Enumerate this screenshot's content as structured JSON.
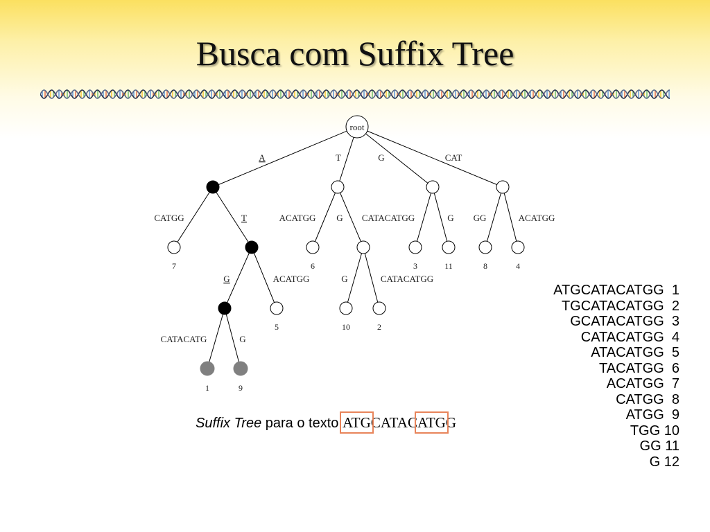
{
  "title": "Busca com Suffix Tree",
  "colors": {
    "banner": "#fbe060",
    "filled_node": "#000000",
    "leaf_match": "#808080",
    "highlight_box": "#e8845a"
  },
  "tree": {
    "root_label": "root",
    "edge_labels": {
      "root_a": "A",
      "root_t": "T",
      "root_g": "G",
      "root_cat": "CAT",
      "a_catgg": "CATGG",
      "a_t": "T",
      "t_acatgg": "ACATGG",
      "t_g": "G",
      "t_catacatgg": "CATACATGG",
      "g_g": "G",
      "cat_gg": "GG",
      "cat_acatgg": "ACATGG",
      "at_g": "G",
      "at_acatgg": "ACATGG",
      "tg_g": "G",
      "tg_catacatgg": "CATACATGG",
      "atg_catacatg": "CATACATG",
      "atg_g": "G"
    },
    "leaf_labels": {
      "l7": "7",
      "l6": "6",
      "l3": "3",
      "l11": "11",
      "l8": "8",
      "l4": "4",
      "l5": "5",
      "l10": "10",
      "l2": "2",
      "l1": "1",
      "l9": "9"
    }
  },
  "suffixes": [
    {
      "text": "ATGCATACATGG",
      "index": "1"
    },
    {
      "text": "TGCATACATGG",
      "index": "2"
    },
    {
      "text": "GCATACATGG",
      "index": "3"
    },
    {
      "text": "CATACATGG",
      "index": "4"
    },
    {
      "text": "ATACATGG",
      "index": "5"
    },
    {
      "text": "TACATGG",
      "index": "6"
    },
    {
      "text": "ACATGG",
      "index": "7"
    },
    {
      "text": "CATGG",
      "index": "8"
    },
    {
      "text": "ATGG",
      "index": "9"
    },
    {
      "text": "TGG",
      "index": "10"
    },
    {
      "text": "GG",
      "index": "11"
    },
    {
      "text": "G",
      "index": "12"
    }
  ],
  "caption": {
    "italic": "Suffix Tree",
    "text": " para o texto ",
    "seq_1": "ATG",
    "seq_2": "CATAC",
    "seq_3": "ATG",
    "seq_4": "G"
  }
}
